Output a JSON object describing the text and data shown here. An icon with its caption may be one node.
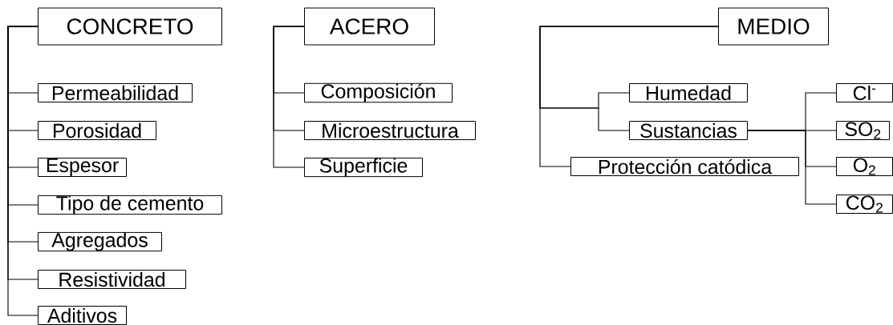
{
  "diagram": {
    "nodes": [
      {
        "text": [
          "CONCRETO"
        ]
      },
      {
        "text": [
          "Permeabilidad"
        ]
      },
      {
        "text": [
          "Porosidad"
        ]
      },
      {
        "text": [
          "Espesor"
        ]
      },
      {
        "text": [
          "Tipo de cemento"
        ]
      },
      {
        "text": [
          "Agregados"
        ]
      },
      {
        "text": [
          "Resistividad"
        ]
      },
      {
        "text": [
          "Aditivos"
        ]
      },
      {
        "text": [
          "ACERO"
        ]
      },
      {
        "text": [
          "Composición"
        ]
      },
      {
        "text": [
          "Microestructura"
        ]
      },
      {
        "text": [
          "Superficie"
        ]
      },
      {
        "text": [
          "MEDIO"
        ]
      },
      {
        "text": [
          "Humedad"
        ]
      },
      {
        "text": [
          "Sustancias"
        ]
      },
      {
        "text": [
          "Protección catódica"
        ]
      },
      {
        "text": [
          "Cl$^{-}$"
        ]
      },
      {
        "text": [
          "SO$_{2}$"
        ]
      },
      {
        "text": [
          "O$_{2}$"
        ]
      },
      {
        "text": [
          "CO$_{2}$"
        ]
      }
    ],
    "edges": [
      {
        "from": 0,
        "to": 1,
        "arrow": "none"
      },
      {
        "from": 0,
        "to": 2,
        "arrow": "none"
      },
      {
        "from": 0,
        "to": 3,
        "arrow": "none"
      },
      {
        "from": 0,
        "to": 4,
        "arrow": "none"
      },
      {
        "from": 0,
        "to": 5,
        "arrow": "none"
      },
      {
        "from": 0,
        "to": 6,
        "arrow": "none"
      },
      {
        "from": 0,
        "to": 7,
        "arrow": "none"
      },
      {
        "from": 8,
        "to": 9,
        "arrow": "none"
      },
      {
        "from": 8,
        "to": 10,
        "arrow": "none"
      },
      {
        "from": 8,
        "to": 11,
        "arrow": "none"
      },
      {
        "from": 12,
        "to": 13,
        "arrow": "none"
      },
      {
        "from": 12,
        "to": 14,
        "arrow": "none"
      },
      {
        "from": 12,
        "to": 15,
        "arrow": "none"
      },
      {
        "from": 14,
        "to": 16,
        "arrow": "none"
      },
      {
        "from": 14,
        "to": 17,
        "arrow": "none"
      },
      {
        "from": 14,
        "to": 18,
        "arrow": "none"
      },
      {
        "from": 14,
        "to": 19,
        "arrow": "none"
      }
    ]
  }
}
